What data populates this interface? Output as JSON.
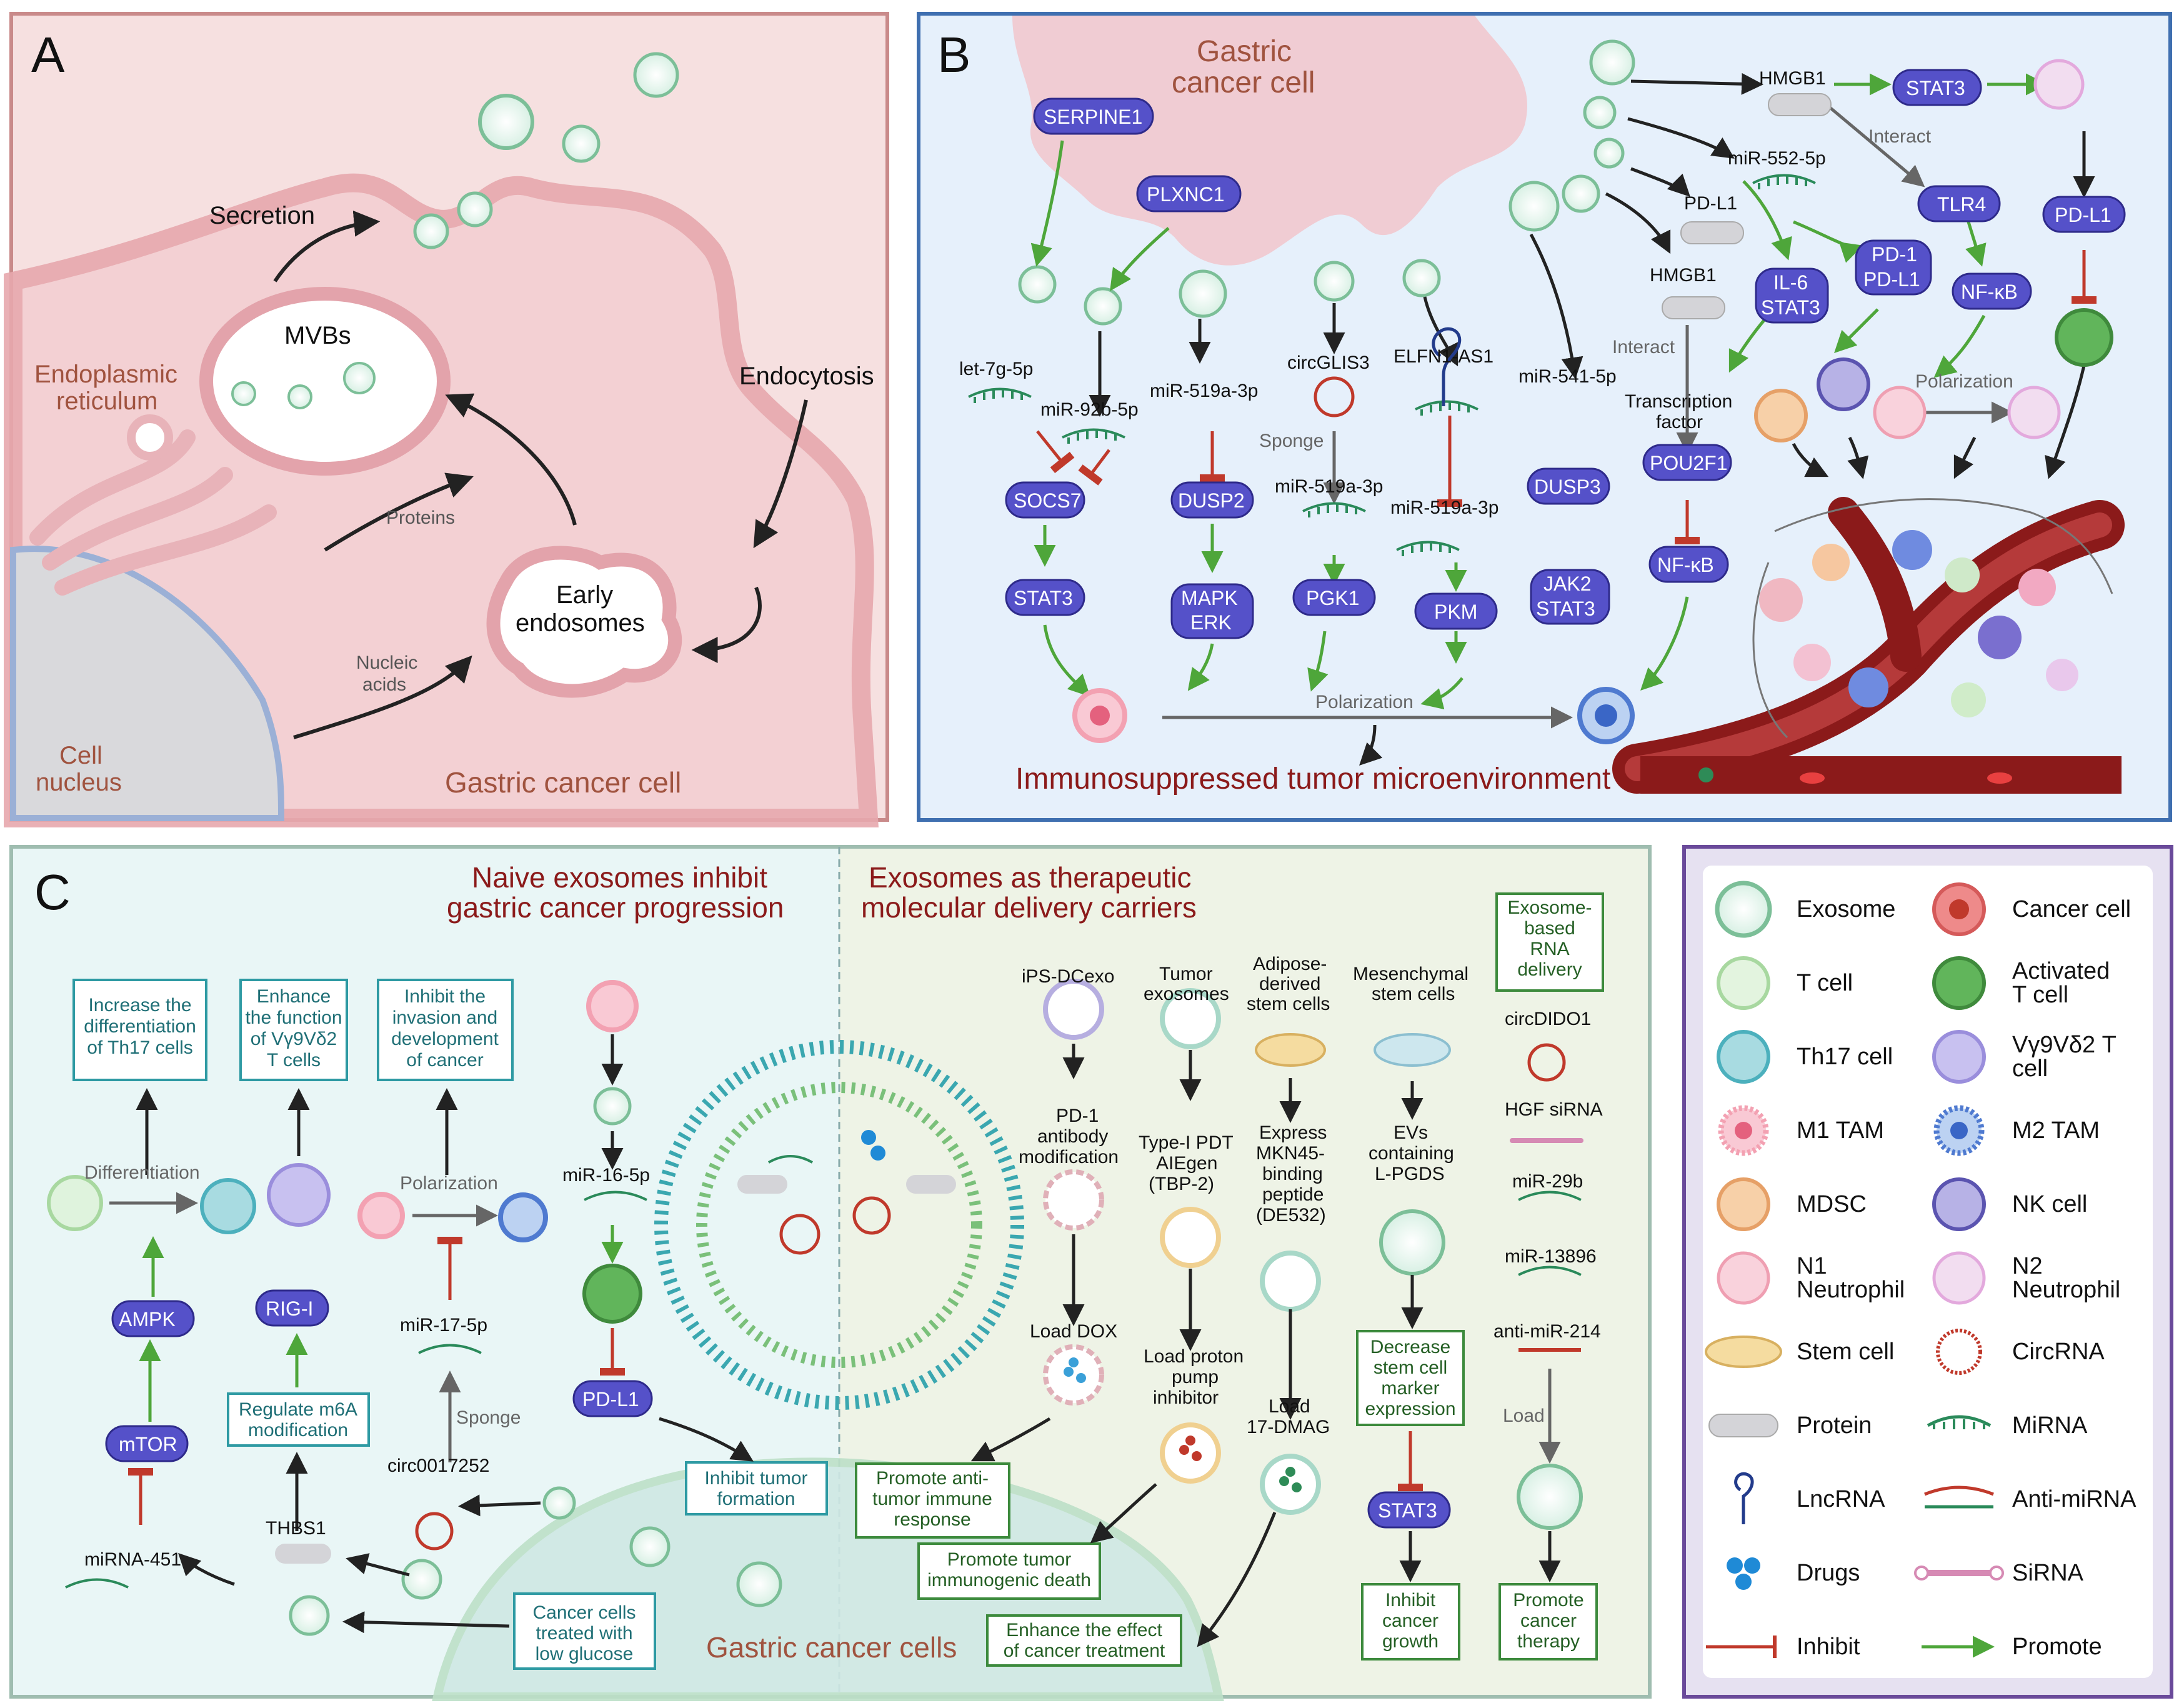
{
  "colors": {
    "panelA_bg": "#f6e0e0",
    "panelA_border": "#c98a8a",
    "panelB_bg": "#e6f0fb",
    "panelB_border": "#3f6fb0",
    "panelC_left_bg": "#e9f6f6",
    "panelC_right_bg": "#eef3e6",
    "panelC_border": "#9fbdb0",
    "legend_border": "#6a4a9a",
    "legend_bg": "#e6e1f1",
    "pill": "#5551c9",
    "inhibit": "#c0392b",
    "promote": "#4ea63a",
    "dark_red": "#8b1a1a",
    "teal_box": "#2e9aa3",
    "green_box": "#3c8a3c"
  },
  "panelA": {
    "letter": "A",
    "secretion": "Secretion",
    "mvbs": "MVBs",
    "er": [
      "Endoplasmic",
      "reticulum"
    ],
    "endocytosis": "Endocytosis",
    "proteins": "Proteins",
    "early": [
      "Early",
      "endosomes"
    ],
    "nucleic": [
      "Nucleic",
      "acids"
    ],
    "nucleus": [
      "Cell",
      "nucleus"
    ],
    "cell": "Gastric cancer cell"
  },
  "panelB": {
    "letter": "B",
    "cell": [
      "Gastric",
      "cancer cell"
    ],
    "serpine1": "SERPINE1",
    "plxnc1": "PLXNC1",
    "let7g": "let-7g-5p",
    "mir92b": "miR-92b-5p",
    "socs7": "SOCS7",
    "stat3a": "STAT3",
    "mir519a": "miR-519a-3p",
    "dusp2": "DUSP2",
    "mapk": "MAPK",
    "erk": "ERK",
    "circglis3": "circGLIS3",
    "sponge": "Sponge",
    "mir519b": "miR-519a-3p",
    "pgk1": "PGK1",
    "elfn1": "ELFN1-AS1",
    "mir519c": "miR-519a-3p",
    "pkm": "PKM",
    "mir541": "miR-541-5p",
    "dusp3": "DUSP3",
    "jak2": "JAK2",
    "stat3b": "STAT3",
    "hmgb1a": "HMGB1",
    "interact_a": "Interact",
    "tf": [
      "Transcription",
      "factor"
    ],
    "pou2f1": "POU2F1",
    "nfkb_a": "NF-κB",
    "hmgb1b": "HMGB1",
    "stat3c": "STAT3",
    "interact_b": "Interact",
    "mir552": "miR-552-5p",
    "pdl1_a": "PD-L1",
    "il6": "IL-6",
    "stat3d": "STAT3",
    "pd1": "PD-1",
    "pdl1_b": "PD-L1",
    "tlr4": "TLR4",
    "nfkb_b": "NF-κB",
    "pdl1_c": "PD-L1",
    "polarization_a": "Polarization",
    "polarization_b": "Polarization",
    "ime": "Immunosuppressed tumor microenvironment"
  },
  "panelC": {
    "letter": "C",
    "title_left": [
      "Naive exosomes inhibit",
      "gastric cancer progression"
    ],
    "title_right": [
      "Exosomes as therapeutic",
      "molecular delivery carriers"
    ],
    "box_th17": [
      "Increase the",
      "differentiation",
      "of Th17 cells"
    ],
    "box_vg": [
      "Enhance",
      "the function",
      "of Vγ9Vδ2",
      "T cells"
    ],
    "box_inv": [
      "Inhibit the",
      "invasion and",
      "development",
      "of cancer"
    ],
    "differentiation": "Differentiation",
    "ampk": "AMPK",
    "mtor": "mTOR",
    "mirna451": "miRNA-451",
    "rigi": "RIG-I",
    "box_m6a": [
      "Regulate m6A",
      "modification"
    ],
    "thbs1": "THBS1",
    "polarization": "Polarization",
    "mir17": "miR-17-5p",
    "sponge": "Sponge",
    "circ0017252": "circ0017252",
    "mir16": "miR-16-5p",
    "pdl1": "PD-L1",
    "box_tumor": [
      "Inhibit tumor",
      "formation"
    ],
    "box_glucose": [
      "Cancer cells",
      "treated with",
      "low glucose"
    ],
    "gcc": "Gastric cancer cells",
    "ips": "iPS-DCexo",
    "pd1mod": [
      "PD-1",
      "antibody",
      "modification"
    ],
    "loaddox": "Load DOX",
    "box_antitumor": [
      "Promote anti-",
      "tumor immune",
      "response"
    ],
    "tumorexo": [
      "Tumor",
      "exosomes"
    ],
    "pdt": [
      "Type-I PDT",
      "AIEgen",
      "(TBP-2)"
    ],
    "proton": [
      "Load proton",
      "pump",
      "inhibitor"
    ],
    "box_icd": [
      "Promote tumor",
      "immunogenic death"
    ],
    "adipose": [
      "Adipose-",
      "derived",
      "stem cells"
    ],
    "express": [
      "Express",
      "MKN45-",
      "binding",
      "peptide",
      "(DE532)"
    ],
    "load17": [
      "Load",
      "17-DMAG"
    ],
    "box_enhance": [
      "Enhance the effect",
      "of cancer treatment"
    ],
    "msc": [
      "Mesenchymal",
      "stem cells"
    ],
    "evs": [
      "EVs",
      "containing",
      "L-PGDS"
    ],
    "box_decrease": [
      "Decrease",
      "stem cell",
      "marker",
      "expression"
    ],
    "stat3": "STAT3",
    "box_inhibitgrowth": [
      "Inhibit",
      "cancer",
      "growth"
    ],
    "box_rna": [
      "Exosome-",
      "based",
      "RNA",
      "delivery"
    ],
    "circdido1": "circDIDO1",
    "hgf": "HGF siRNA",
    "mir29b": "miR-29b",
    "mir13896": "miR-13896",
    "antimir214": "anti-miR-214",
    "load": "Load",
    "box_therapy": [
      "Promote",
      "cancer",
      "therapy"
    ]
  },
  "legend": {
    "items": [
      {
        "label": [
          "Exosome"
        ],
        "icon": "exosome-icon"
      },
      {
        "label": [
          "Cancer cell"
        ],
        "icon": "cancer-cell-icon"
      },
      {
        "label": [
          "T cell"
        ],
        "icon": "t-cell-icon"
      },
      {
        "label": [
          "Activated",
          "T cell"
        ],
        "icon": "activated-t-cell-icon"
      },
      {
        "label": [
          "Th17 cell"
        ],
        "icon": "th17-cell-icon"
      },
      {
        "label": [
          "Vγ9Vδ2 T",
          "cell"
        ],
        "icon": "vg9vd2-t-cell-icon"
      },
      {
        "label": [
          "M1 TAM"
        ],
        "icon": "m1-tam-icon"
      },
      {
        "label": [
          "M2 TAM"
        ],
        "icon": "m2-tam-icon"
      },
      {
        "label": [
          "MDSC"
        ],
        "icon": "mdsc-icon"
      },
      {
        "label": [
          "NK cell"
        ],
        "icon": "nk-cell-icon"
      },
      {
        "label": [
          "N1",
          "Neutrophil"
        ],
        "icon": "n1-neutrophil-icon"
      },
      {
        "label": [
          "N2",
          "Neutrophil"
        ],
        "icon": "n2-neutrophil-icon"
      },
      {
        "label": [
          "Stem cell"
        ],
        "icon": "stem-cell-icon"
      },
      {
        "label": [
          "CircRNA"
        ],
        "icon": "circrna-icon"
      },
      {
        "label": [
          "Protein"
        ],
        "icon": "protein-icon"
      },
      {
        "label": [
          "MiRNA"
        ],
        "icon": "mirna-icon"
      },
      {
        "label": [
          "LncRNA"
        ],
        "icon": "lncrna-icon"
      },
      {
        "label": [
          "Anti-miRNA"
        ],
        "icon": "anti-mirna-icon"
      },
      {
        "label": [
          "Drugs"
        ],
        "icon": "drugs-icon"
      },
      {
        "label": [
          "SiRNA"
        ],
        "icon": "sirna-icon"
      },
      {
        "label": [
          "Inhibit"
        ],
        "icon": "inhibit-arrow-icon"
      },
      {
        "label": [
          "Promote"
        ],
        "icon": "promote-arrow-icon"
      }
    ]
  }
}
